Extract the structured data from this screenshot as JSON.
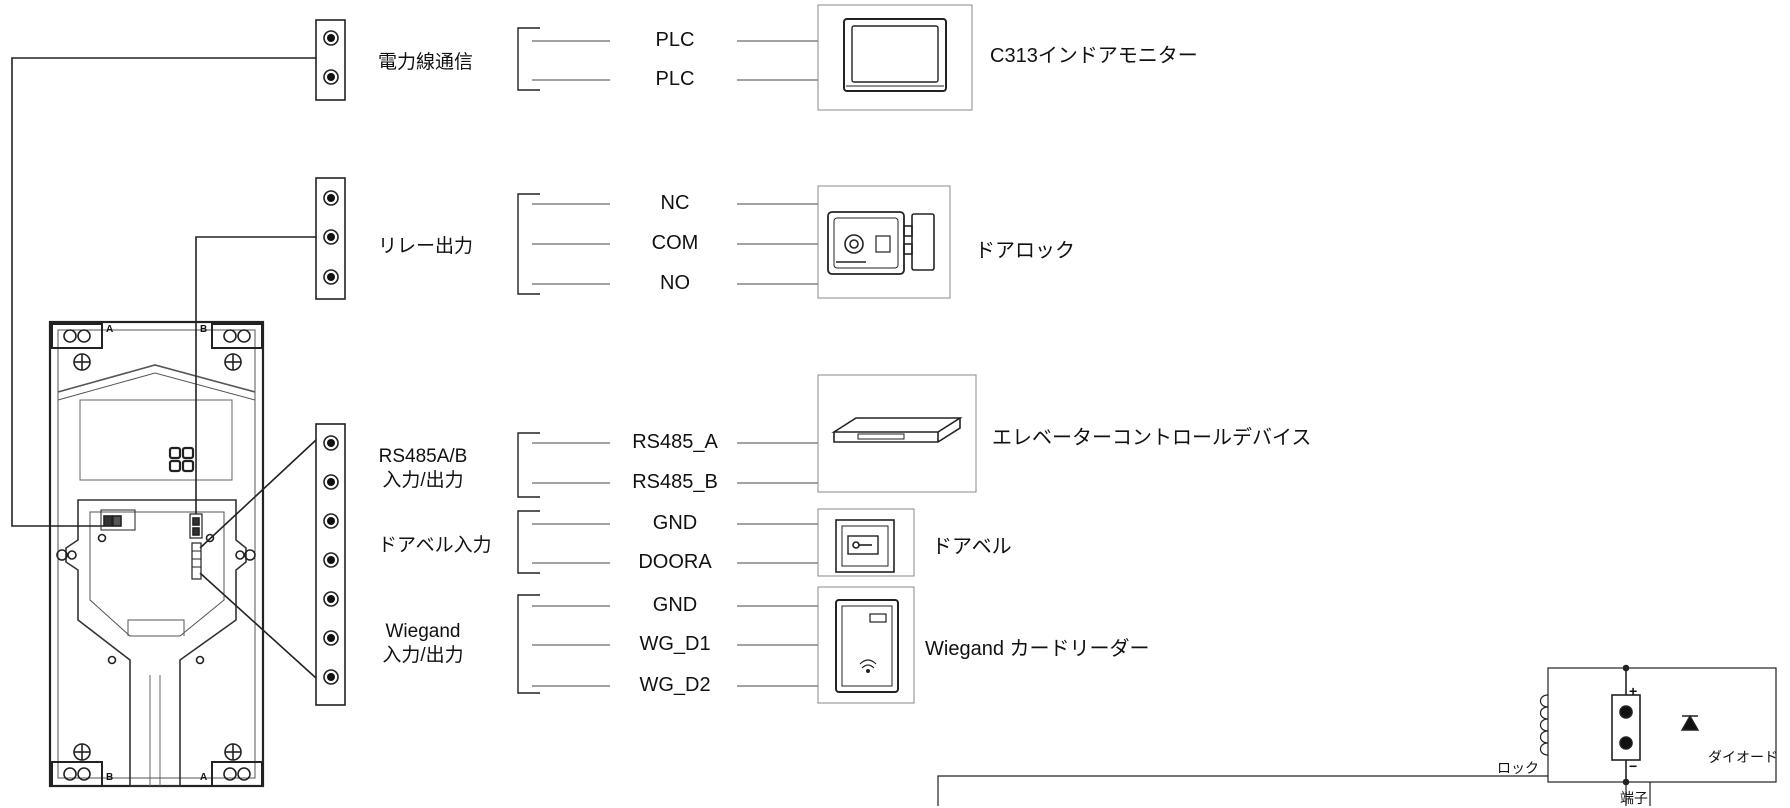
{
  "groups": {
    "power_line": "電力線通信",
    "relay_out": "リレー出力",
    "rs485_line1": "RS485A/B",
    "rs485_line2": "入力/出力",
    "doorbell_in": "ドアベル入力",
    "wiegand_line1": "Wiegand",
    "wiegand_line2": "入力/出力"
  },
  "signals": {
    "plc1": "PLC",
    "plc2": "PLC",
    "nc": "NC",
    "com": "COM",
    "no": "NO",
    "rs485_a": "RS485_A",
    "rs485_b": "RS485_B",
    "gnd1": "GND",
    "doora": "DOORA",
    "gnd2": "GND",
    "wg_d1": "WG_D1",
    "wg_d2": "WG_D2"
  },
  "devices": {
    "monitor": "C313インドアモニター",
    "door_lock": "ドアロック",
    "elevator": "エレベーターコントロールデバイス",
    "doorbell": "ドアベル",
    "card_reader": "Wiegand カードリーダー"
  },
  "panel_marks": {
    "a_top": "A",
    "b_top": "B",
    "b_bottom": "B",
    "a_bottom": "A"
  },
  "lock_circuit": {
    "lock": "ロック",
    "diode": "ダイオード",
    "terminal": "端子",
    "plus": "+",
    "minus": "−"
  }
}
